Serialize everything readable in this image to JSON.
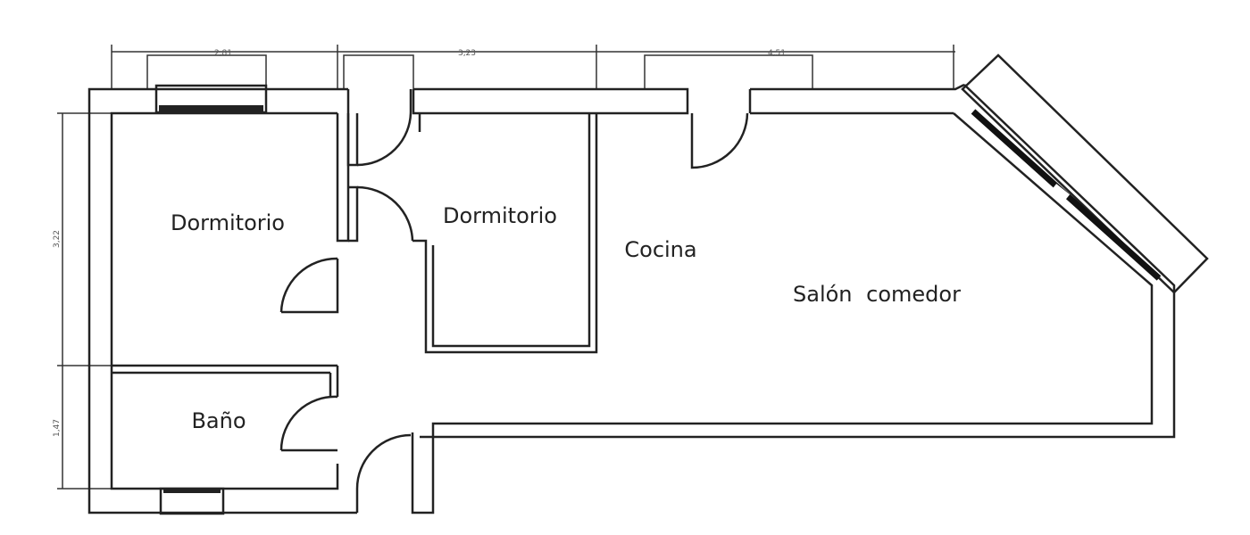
{
  "rooms": {
    "bedroom_1": "Dormitorio",
    "bedroom_2": "Dormitorio",
    "kitchen": "Cocina",
    "living_dining": "Salón comedor",
    "bathroom": "Baño"
  },
  "dimensions": {
    "top_1": "2,81",
    "top_2": "3,23",
    "top_3": "4,51",
    "left_1": "3,22",
    "left_2": "1,47"
  }
}
